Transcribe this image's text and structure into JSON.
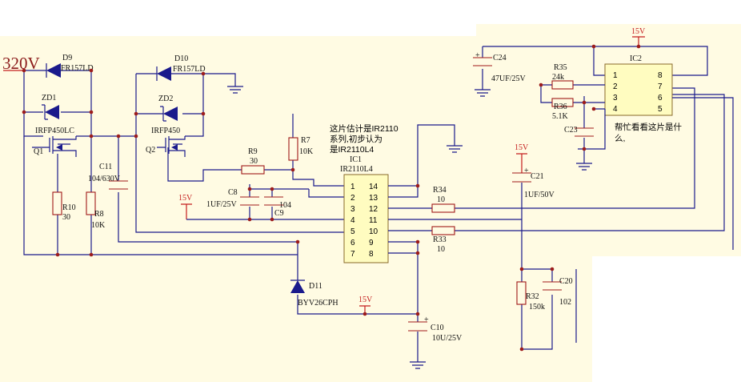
{
  "voltage_label": "320V",
  "supply_15v": "15V",
  "components": {
    "D9": {
      "ref": "D9",
      "value": "FR157LD"
    },
    "D10": {
      "ref": "D10",
      "value": "FR157LD"
    },
    "ZD1": {
      "ref": "ZD1"
    },
    "ZD2": {
      "ref": "ZD2"
    },
    "Q1": {
      "ref": "Q1",
      "value": "IRFP450LC"
    },
    "Q2": {
      "ref": "Q2",
      "value": "IRFP450"
    },
    "R7": {
      "ref": "R7",
      "value": "10K"
    },
    "R9": {
      "ref": "R9",
      "value": "30"
    },
    "R10": {
      "ref": "R10",
      "value": "30"
    },
    "R8": {
      "ref": "R8",
      "value": "10K"
    },
    "C11": {
      "ref": "C11",
      "value": "104/630V"
    },
    "C8": {
      "ref": "C8",
      "value": "1UF/25V"
    },
    "C9": {
      "ref": "C9",
      "value": "104"
    },
    "IC1": {
      "ref": "IC1",
      "value": "IR2110L4"
    },
    "R34": {
      "ref": "R34",
      "value": "10"
    },
    "R33": {
      "ref": "R33",
      "value": "10"
    },
    "D11": {
      "ref": "D11",
      "value": "BYV26CPH"
    },
    "C10": {
      "ref": "C10",
      "value": "10U/25V"
    },
    "C21": {
      "ref": "C21",
      "value": "1UF/50V"
    },
    "R32": {
      "ref": "R32",
      "value": "150k"
    },
    "C20": {
      "ref": "C20",
      "value": "102"
    },
    "C24": {
      "ref": "C24",
      "value": "47UF/25V"
    },
    "R35": {
      "ref": "R35",
      "value": "24k"
    },
    "R36": {
      "ref": "R36",
      "value": "5.1K"
    },
    "C23": {
      "ref": "C23"
    },
    "IC2": {
      "ref": "IC2"
    }
  },
  "ic1_pins_left": [
    "1",
    "2",
    "3",
    "4",
    "5",
    "6",
    "7"
  ],
  "ic1_pins_right": [
    "14",
    "13",
    "12",
    "11",
    "10",
    "9",
    "8"
  ],
  "ic2_pins_left": [
    "1",
    "2",
    "3",
    "4"
  ],
  "ic2_pins_right": [
    "8",
    "7",
    "6",
    "5"
  ],
  "notes": {
    "ic1_note": [
      "这片估计是IR2110",
      "系列,初步认为",
      "是IR2110L4"
    ],
    "ic2_note": [
      "帮忙看看这片是什",
      "么,"
    ]
  },
  "colors": {
    "wire": "#1a1a8c",
    "component": "#a01818",
    "ic_fill": "#fffcc0",
    "label": "#8b1a1a"
  }
}
